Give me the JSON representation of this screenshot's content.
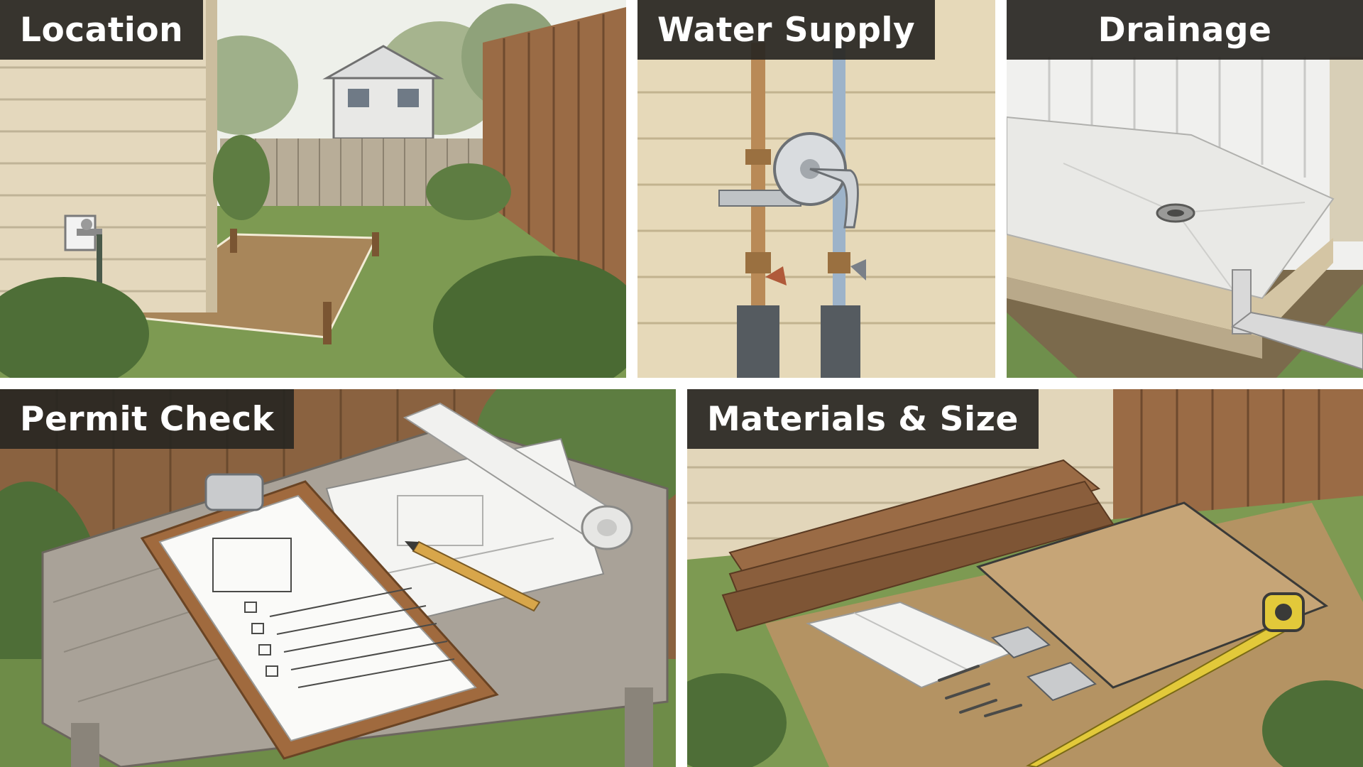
{
  "panels": [
    {
      "id": "location",
      "title": "Location"
    },
    {
      "id": "water-supply",
      "title": "Water Supply"
    },
    {
      "id": "drainage",
      "title": "Drainage"
    },
    {
      "id": "permit-check",
      "title": "Permit Check"
    },
    {
      "id": "materials-size",
      "title": "Materials & Size"
    }
  ],
  "colors": {
    "label_background": "#28261f",
    "label_text": "#ffffff",
    "siding": "#e4d8bd",
    "fence": "#9a6b45",
    "grass": "#7d9a52",
    "soil": "#a8865a",
    "copper": "#b98a57",
    "pvc": "#d8d8d8"
  },
  "icons": [
    "spigot-icon",
    "shutoff-valve-icon",
    "floor-drain-icon",
    "clipboard-icon",
    "pencil-icon",
    "tape-measure-icon",
    "hinge-icon",
    "screw-icon"
  ]
}
